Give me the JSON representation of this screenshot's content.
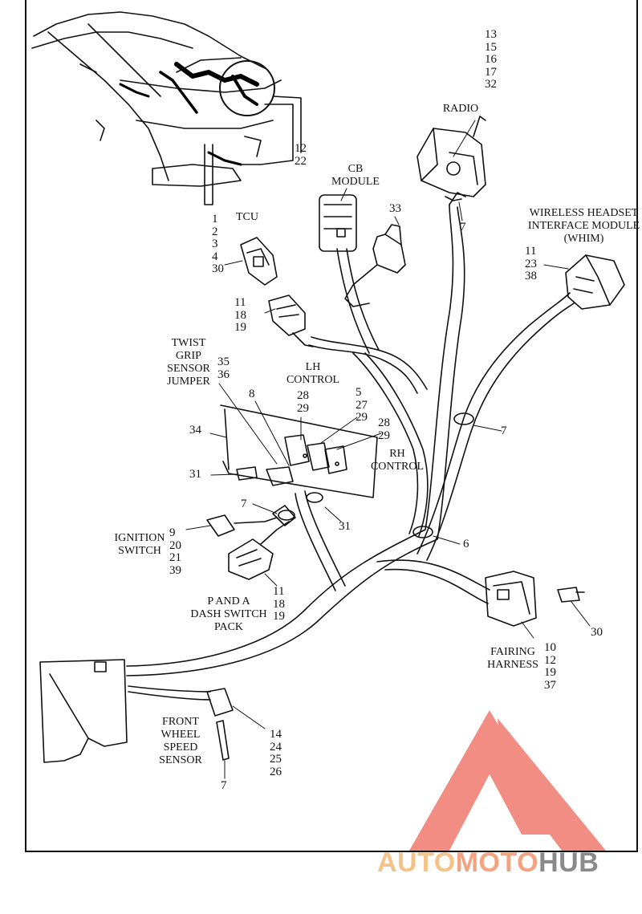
{
  "labels": {
    "radio": "RADIO",
    "cb_module": "CB\nMODULE",
    "tcu": "TCU",
    "whim": "WIRELESS HEADSET\nINTERFACE MODULE\n(WHIM)",
    "twist_grip": "TWIST\nGRIP\nSENSOR\nJUMPER",
    "lh_control": "LH\nCONTROL",
    "rh_control": "RH\nCONTROL",
    "ignition_switch": "IGNITION\nSWITCH",
    "p_and_a": "P AND A\nDASH SWITCH\nPACK",
    "fairing_harness": "FAIRING\nHARNESS",
    "front_wheel_speed": "FRONT\nWHEEL\nSPEED\nSENSOR"
  },
  "callouts": {
    "radio": "13\n15\n16\n17\n32",
    "cb_module": "12\n22",
    "item_33": "33",
    "item_7_radio": "7",
    "tcu": "1\n2\n3\n4\n30",
    "whim": "11\n23\n38",
    "lh_connector": "11\n18\n19",
    "twist_grip": "35\n36",
    "item_8": "8",
    "lh_control": "28\n29",
    "item_5": "5\n27\n29",
    "rh_control": "28\n29",
    "item_7_right": "7",
    "item_34": "34",
    "item_31_left": "31",
    "item_7_mid": "7",
    "item_31_mid": "31",
    "item_6": "6",
    "ignition_switch": "9\n20\n21\n39",
    "p_and_a": "11\n18\n19",
    "item_30_right": "30",
    "fairing_harness": "10\n12\n19\n37",
    "front_wheel_speed": "14\n24\n25\n26",
    "item_7_bottom": "7"
  },
  "watermark": {
    "part1": "AUTO",
    "part2": "MOTO",
    "part3": "HUB",
    "color_yellow": "#f5c38a",
    "color_orange": "#f3a37f",
    "color_red": "#ef7a6e",
    "color_gray": "#8a8a8a"
  }
}
